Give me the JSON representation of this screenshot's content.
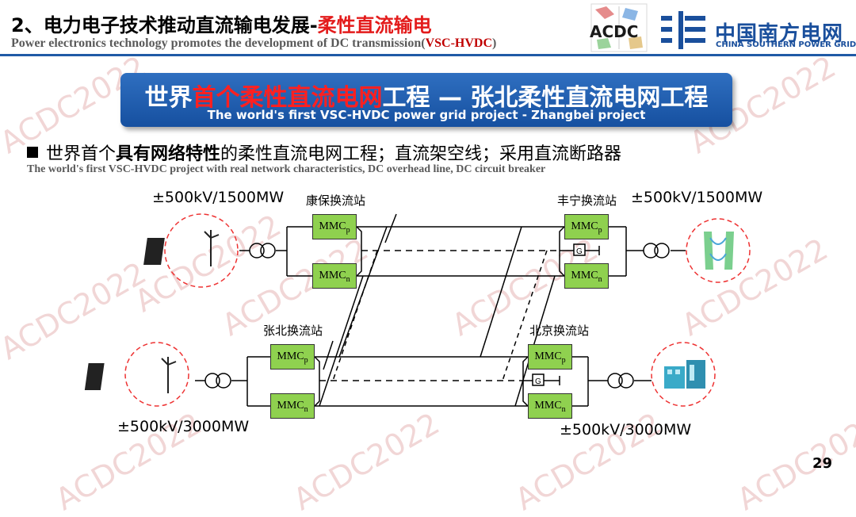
{
  "header": {
    "title_prefix": "2、电力电子技术推动直流输电发展-",
    "title_highlight": "柔性直流输电",
    "subtitle_prefix": "Power electronics technology promotes the development of  DC transmission(",
    "subtitle_highlight": "VSC-HVDC",
    "subtitle_suffix": ")"
  },
  "logos": {
    "conference": "ACDC",
    "company_cn": "中国南方电网",
    "company_en": "CHINA SOUTHERN POWER GRID"
  },
  "banner": {
    "cn_prefix": "世界",
    "cn_highlight": "首个柔性直流电网",
    "cn_suffix": "工程 — 张北柔性直流电网工程",
    "en": "The world's first VSC-HVDC power grid project - Zhangbei project"
  },
  "bullet": {
    "cn_prefix": "世界首个",
    "cn_bold": "具有网络特性",
    "cn_suffix": "的柔性直流电网工程；直流架空线；采用直流断路器",
    "en": "The world's first VSC-HVDC project with real network characteristics, DC overhead line, DC circuit breaker"
  },
  "diagram": {
    "stations": {
      "kangbao": {
        "name": "康保换流站",
        "rating": "±500kV/1500MW"
      },
      "fengning": {
        "name": "丰宁换流站",
        "rating": "±500kV/1500MW"
      },
      "zhangbei": {
        "name": "张北换流站",
        "rating": "±500kV/3000MW"
      },
      "beijing": {
        "name": "北京换流站",
        "rating": "±500kV/3000MW"
      }
    },
    "mmc": {
      "label": "MMC",
      "pos_sub": "p",
      "neg_sub": "n"
    },
    "ground_symbol": "G"
  },
  "watermark": "ACDC2022",
  "page_number": "29",
  "colors": {
    "brand_blue": "#1a4f9c",
    "accent_red": "#e31b1b",
    "mmc_green": "#8fd14f"
  }
}
